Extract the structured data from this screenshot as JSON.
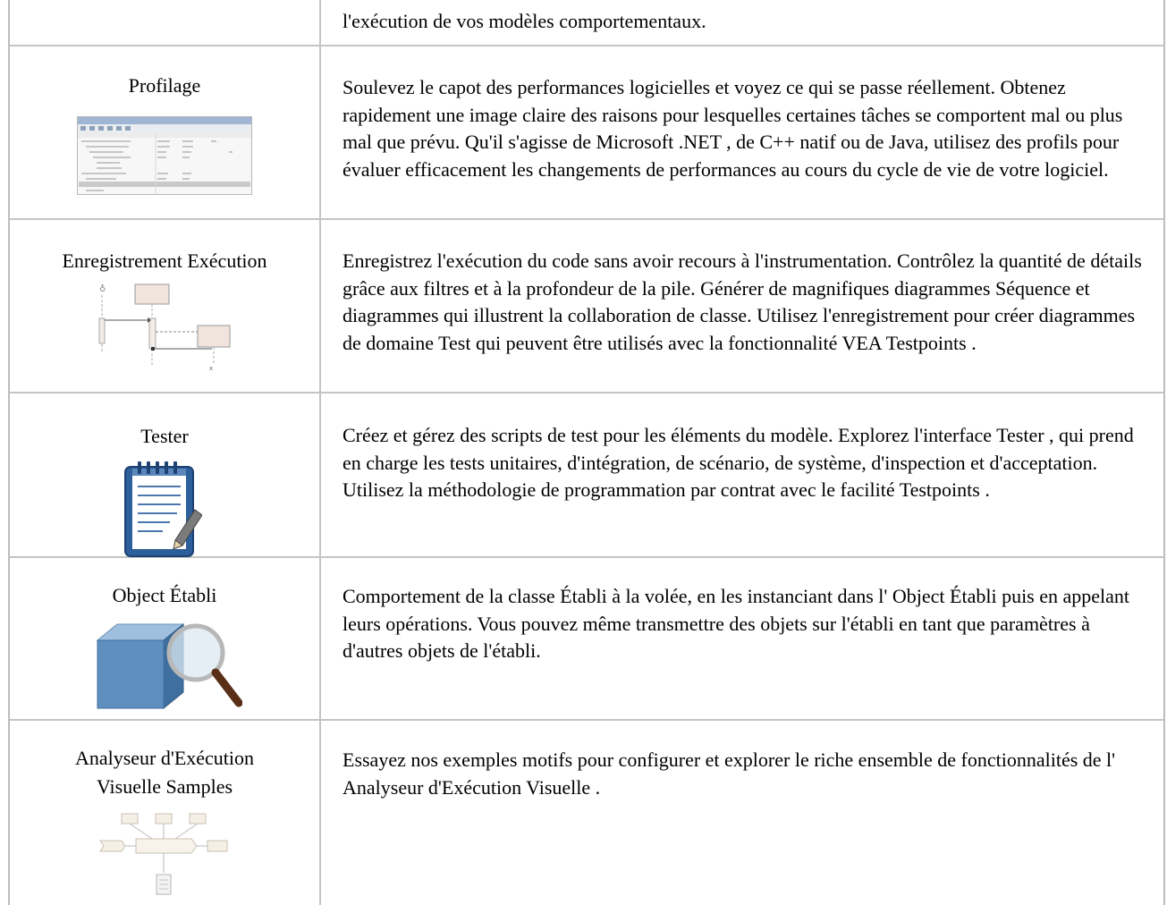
{
  "rows": [
    {
      "title": "",
      "description": "l'exécution de vos modèles comportementaux."
    },
    {
      "title": "Profilage",
      "icon": "profiler-screenshot-icon",
      "description": "Soulevez le capot des performances logicielles et voyez ce qui se passe réellement. Obtenez rapidement une image claire des raisons pour lesquelles certaines tâches se comportent mal ou plus mal que prévu. Qu'il s'agisse de Microsoft .NET , de C++ natif ou de Java, utilisez des profils pour évaluer efficacement les changements de performances au cours du cycle de vie de votre logiciel."
    },
    {
      "title": "Enregistrement Exécution",
      "icon": "sequence-diagram-icon",
      "description": "Enregistrez l'exécution du code sans avoir recours à l'instrumentation. Contrôlez la quantité de détails grâce aux filtres et à la profondeur de la pile. Générer de magnifiques diagrammes Séquence et diagrammes qui illustrent la collaboration de classe. Utilisez l'enregistrement pour créer diagrammes de domaine Test qui peuvent être utilisés avec la fonctionnalité VEA Testpoints ."
    },
    {
      "title": "Tester",
      "icon": "test-notepad-icon",
      "description": "Créez et gérez des scripts de test pour les éléments du modèle. Explorez l'interface Tester , qui prend en charge les tests unitaires, d'intégration, de scénario, de système, d'inspection et d'acceptation. Utilisez la méthodologie de programmation par contrat avec le facilité Testpoints ."
    },
    {
      "title": "Object Établi",
      "icon": "object-workbench-icon",
      "description": "Comportement de la classe Établi à la volée, en les instanciant dans l' Object Établi puis en appelant leurs opérations. Vous pouvez même transmettre des objets sur l'établi en tant que paramètres à d'autres objets de l'établi."
    },
    {
      "title_line1": "Analyseur d'Exécution",
      "title_line2": "Visuelle Samples",
      "icon": "samples-diagram-icon",
      "description": "Essayez nos exemples motifs pour configurer et explorer le riche ensemble de fonctionnalités de l' Analyseur d'Exécution Visuelle ."
    }
  ]
}
